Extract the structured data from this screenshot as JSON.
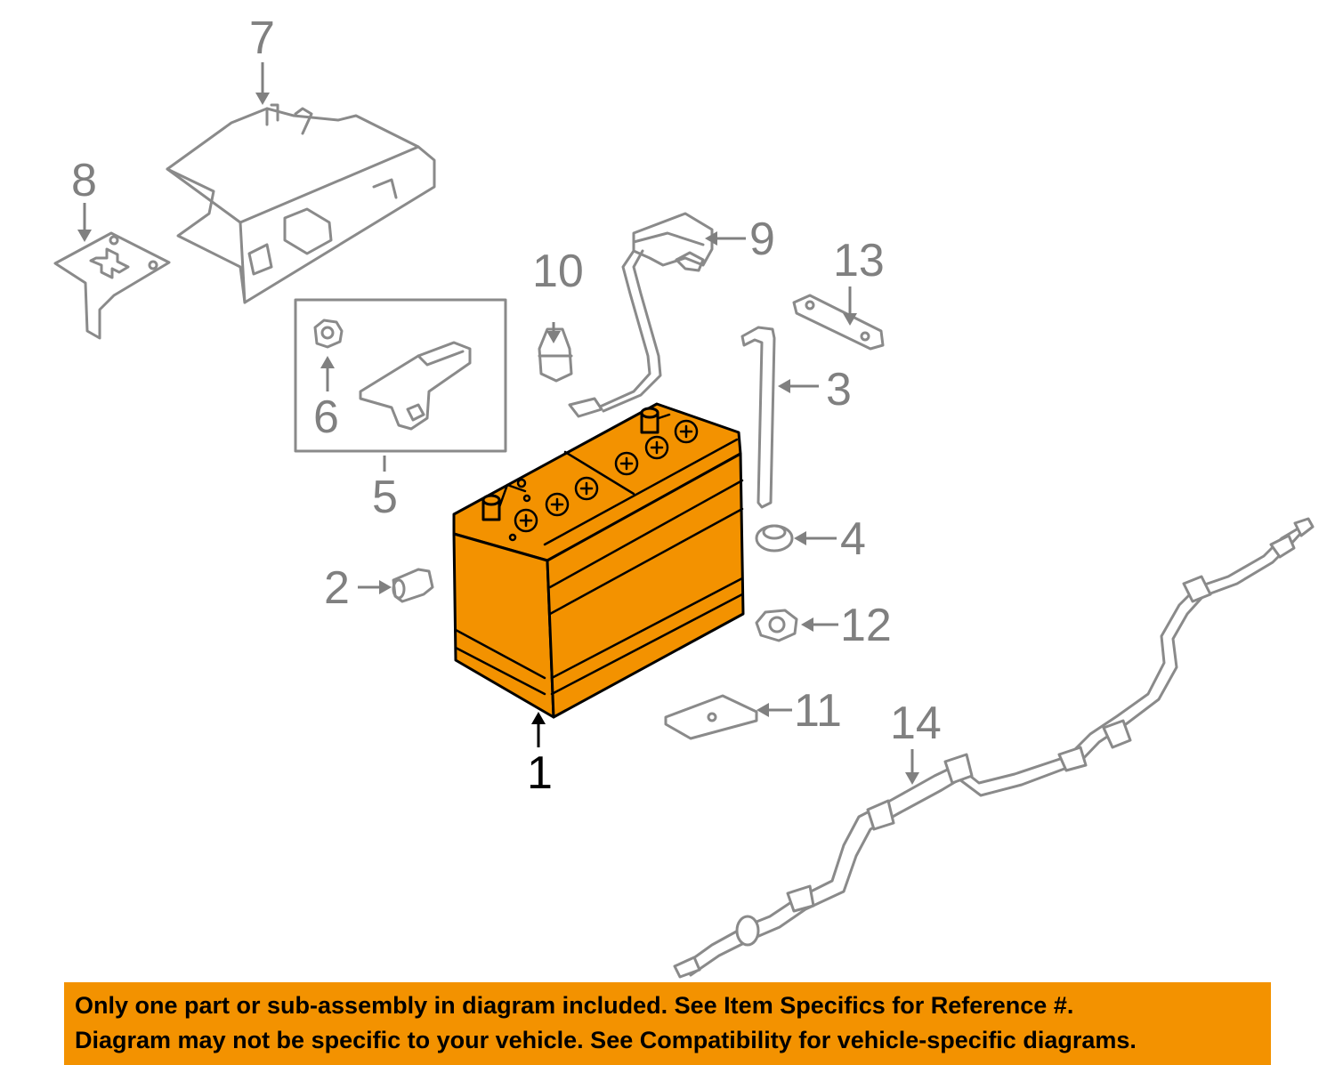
{
  "callouts": {
    "c1": "1",
    "c2": "2",
    "c3": "3",
    "c4": "4",
    "c5": "5",
    "c6": "6",
    "c7": "7",
    "c8": "8",
    "c9": "9",
    "c10": "10",
    "c11": "11",
    "c12": "12",
    "c13": "13",
    "c14": "14"
  },
  "battery": {
    "terminal_symbol": "+"
  },
  "colors": {
    "highlight": "#f39200",
    "line": "#8a8a8a",
    "banner": "#f39200"
  },
  "banner": {
    "line1": "Only one part or sub-assembly in diagram included. See Item Specifics for Reference #.",
    "line2": "Diagram may not be specific to your vehicle. See Compatibility for vehicle-specific diagrams."
  }
}
